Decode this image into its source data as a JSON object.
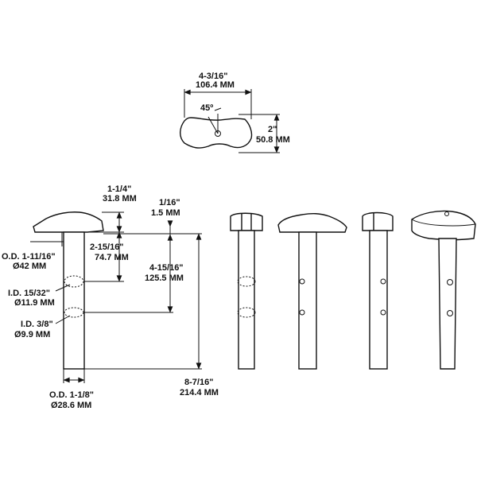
{
  "top_view": {
    "width_in": "4-3/16\"",
    "width_mm": "106.4 MM",
    "angle": "45º",
    "height_in": "2\"",
    "height_mm": "50.8 MM"
  },
  "side_view": {
    "knob_height_in": "1-1/4\"",
    "knob_height_mm": "31.8 MM",
    "step_in": "1/16\"",
    "step_mm": "1.5 MM",
    "od_top_in": "O.D. 1-11/16\"",
    "od_top_mm": "Ø42 MM",
    "hole1_drop_in": "2-15/16\"",
    "hole1_drop_mm": "74.7 MM",
    "hole2_drop_in": "4-15/16\"",
    "hole2_drop_mm": "125.5 MM",
    "id_hole1_in": "I.D. 15/32\"",
    "id_hole1_mm": "Ø11.9 MM",
    "id_hole2_in": "I.D. 3/8\"",
    "id_hole2_mm": "Ø9.9 MM",
    "od_shaft_in": "O.D. 1-1/8\"",
    "od_shaft_mm": "Ø28.6 MM",
    "total_in": "8-7/16\"",
    "total_mm": "214.4 MM"
  }
}
